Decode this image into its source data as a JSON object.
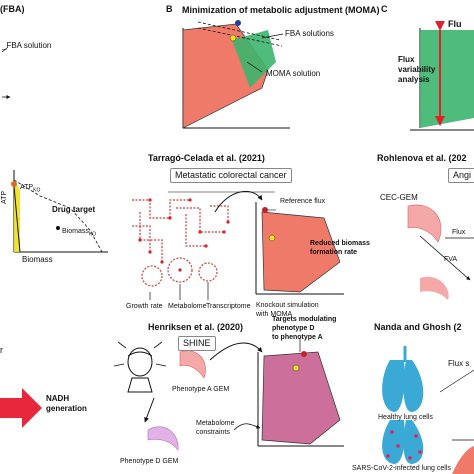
{
  "panelA": {
    "title": "(FBA)",
    "sol": "_FBA solution"
  },
  "panelB": {
    "letter": "B",
    "title": "Minimization of metabolic adjustment (MOMA)",
    "fba": "FBA solutions",
    "moma": "MOMA solution"
  },
  "panelC": {
    "letter": "C",
    "title": "Flu",
    "fva1": "Flux",
    "fva2": "variability",
    "fva3": "analysis"
  },
  "panelD": {
    "atp": "ATP",
    "atp_sub": "KO",
    "drug": "Drug target",
    "biomass_ko": "Biomass",
    "biomass_ko_sub": "KO",
    "xlabel": "Biomass",
    "ylabel": "ATP"
  },
  "panelE": {
    "title": "Tarragó-Celada et al. (2021)",
    "box": "Metastatic colorectal cancer",
    "ref": "Reference flux",
    "red1": "Reduced biomass",
    "red2": "formation rate",
    "ko1": "Knockout simulation",
    "ko2": "with MOMA",
    "growth": "Growth rate",
    "metab": "Metabolome",
    "trans": "Transcriptome"
  },
  "panelF": {
    "title": "Rohlenova et al. (202",
    "box": "Angi",
    "cec": "CEC-GEM",
    "flux": "Flux",
    "fva": "FVA"
  },
  "panelG": {
    "r": "r",
    "nadh1": "NADH",
    "nadh2": "generation"
  },
  "panelH": {
    "title": "Henriksen et al. (2020)",
    "shine": "SHINE",
    "tg1": "Targets modulating",
    "tg2": "phenotype D",
    "tg3": "to phenotype A",
    "phA": "Phenotype A GEM",
    "phD": "Phenotype D GEM",
    "mc1": "Metabolome",
    "mc2": "constraints"
  },
  "panelI": {
    "title": "Nanda and Ghosh (2",
    "flux": "Flux s",
    "healthy": "Healthy lung cells",
    "sars": "SARS-CoV-2-infected lung cells"
  }
}
